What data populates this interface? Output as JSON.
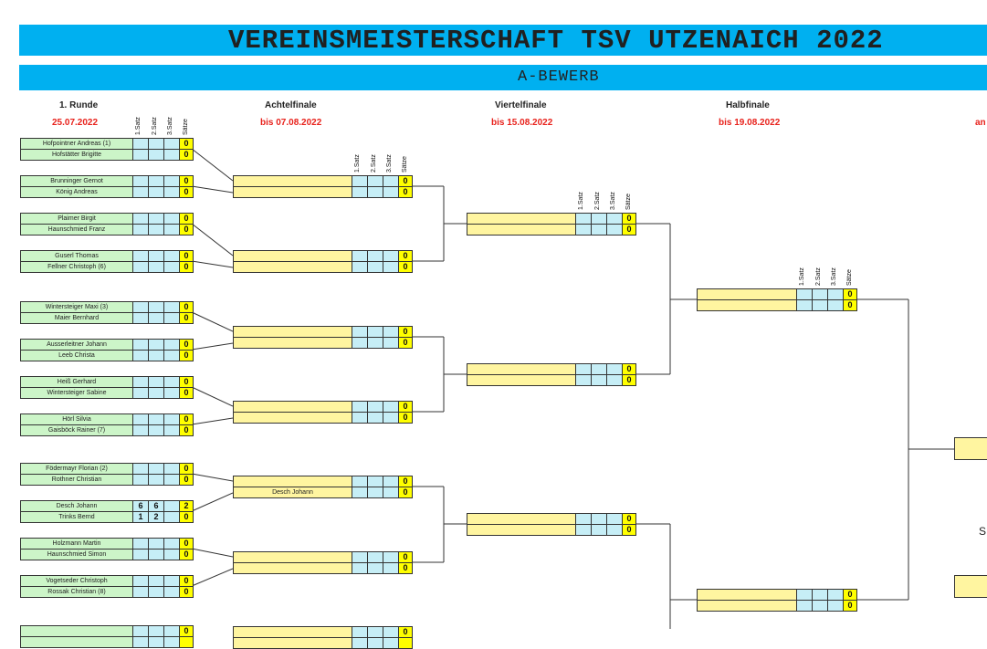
{
  "title": "VEREINSMEISTERSCHAFT TSV UTZENAICH 2022",
  "subtitle": "A-BEWERB",
  "rounds": [
    {
      "name": "1. Runde",
      "date": "25.07.2022"
    },
    {
      "name": "Achtelfinale",
      "date": "bis 07.08.2022"
    },
    {
      "name": "Viertelfinale",
      "date": "bis 15.08.2022"
    },
    {
      "name": "Halbfinale",
      "date": "bis 19.08.2022"
    },
    {
      "name": "",
      "date": "an"
    }
  ],
  "set_headers": [
    "1.Satz",
    "2.Satz",
    "3.Satz",
    "Sätze"
  ],
  "round1": [
    {
      "p1": "Hofpointner Andreas (1)",
      "p2": "Hofstätter Brigitte",
      "s1": [
        "",
        "",
        ""
      ],
      "s2": [
        "",
        "",
        ""
      ],
      "w1": "0",
      "w2": "0"
    },
    {
      "p1": "Brunninger Gernot",
      "p2": "König Andreas",
      "s1": [
        "",
        "",
        ""
      ],
      "s2": [
        "",
        "",
        ""
      ],
      "w1": "0",
      "w2": "0"
    },
    {
      "p1": "Plaimer Birgit",
      "p2": "Haunschmied Franz",
      "s1": [
        "",
        "",
        ""
      ],
      "s2": [
        "",
        "",
        ""
      ],
      "w1": "0",
      "w2": "0"
    },
    {
      "p1": "Guserl Thomas",
      "p2": "Fellner Christoph (6)",
      "s1": [
        "",
        "",
        ""
      ],
      "s2": [
        "",
        "",
        ""
      ],
      "w1": "0",
      "w2": "0"
    },
    {
      "p1": "Wintersteiger Maxi (3)",
      "p2": "Maier Bernhard",
      "s1": [
        "",
        "",
        ""
      ],
      "s2": [
        "",
        "",
        ""
      ],
      "w1": "0",
      "w2": "0"
    },
    {
      "p1": "Ausserleitner Johann",
      "p2": "Leeb Christa",
      "s1": [
        "",
        "",
        ""
      ],
      "s2": [
        "",
        "",
        ""
      ],
      "w1": "0",
      "w2": "0"
    },
    {
      "p1": "Heiß Gerhard",
      "p2": "Wintersteiger Sabine",
      "s1": [
        "",
        "",
        ""
      ],
      "s2": [
        "",
        "",
        ""
      ],
      "w1": "0",
      "w2": "0"
    },
    {
      "p1": "Hörl Silvia",
      "p2": "Gaisböck Rainer (7)",
      "s1": [
        "",
        "",
        ""
      ],
      "s2": [
        "",
        "",
        ""
      ],
      "w1": "0",
      "w2": "0"
    },
    {
      "p1": "Födermayr Florian (2)",
      "p2": "Rothner Christian",
      "s1": [
        "",
        "",
        ""
      ],
      "s2": [
        "",
        "",
        ""
      ],
      "w1": "0",
      "w2": "0"
    },
    {
      "p1": "Desch Johann",
      "p2": "Trinks Bernd",
      "s1": [
        "6",
        "6",
        ""
      ],
      "s2": [
        "1",
        "2",
        ""
      ],
      "w1": "2",
      "w2": "0"
    },
    {
      "p1": "Holzmann Martin",
      "p2": "Haunschmied Simon",
      "s1": [
        "",
        "",
        ""
      ],
      "s2": [
        "",
        "",
        ""
      ],
      "w1": "0",
      "w2": "0"
    },
    {
      "p1": "Vogetseder Christoph",
      "p2": "Rossak Christian (8)",
      "s1": [
        "",
        "",
        ""
      ],
      "s2": [
        "",
        "",
        ""
      ],
      "w1": "0",
      "w2": "0"
    },
    {
      "p1": "",
      "p2": "",
      "s1": [
        "",
        "",
        ""
      ],
      "s2": [
        "",
        "",
        ""
      ],
      "w1": "0",
      "w2": ""
    }
  ],
  "round2": [
    {
      "p1": "",
      "p2": "",
      "w1": "0",
      "w2": "0"
    },
    {
      "p1": "",
      "p2": "",
      "w1": "0",
      "w2": "0"
    },
    {
      "p1": "",
      "p2": "",
      "w1": "0",
      "w2": "0"
    },
    {
      "p1": "",
      "p2": "",
      "w1": "0",
      "w2": "0"
    },
    {
      "p1": "",
      "p2": "Desch Johann",
      "w1": "0",
      "w2": "0"
    },
    {
      "p1": "",
      "p2": "",
      "w1": "0",
      "w2": "0"
    },
    {
      "p1": "",
      "p2": "",
      "w1": "0",
      "w2": ""
    }
  ],
  "round3": [
    {
      "p1": "",
      "p2": "",
      "w1": "0",
      "w2": "0"
    },
    {
      "p1": "",
      "p2": "",
      "w1": "0",
      "w2": "0"
    },
    {
      "p1": "",
      "p2": "",
      "w1": "0",
      "w2": "0"
    }
  ],
  "round4": [
    {
      "p1": "",
      "p2": "",
      "w1": "0",
      "w2": "0"
    },
    {
      "p1": "",
      "p2": "",
      "w1": "0",
      "w2": "0"
    }
  ],
  "edge_letter": "S"
}
